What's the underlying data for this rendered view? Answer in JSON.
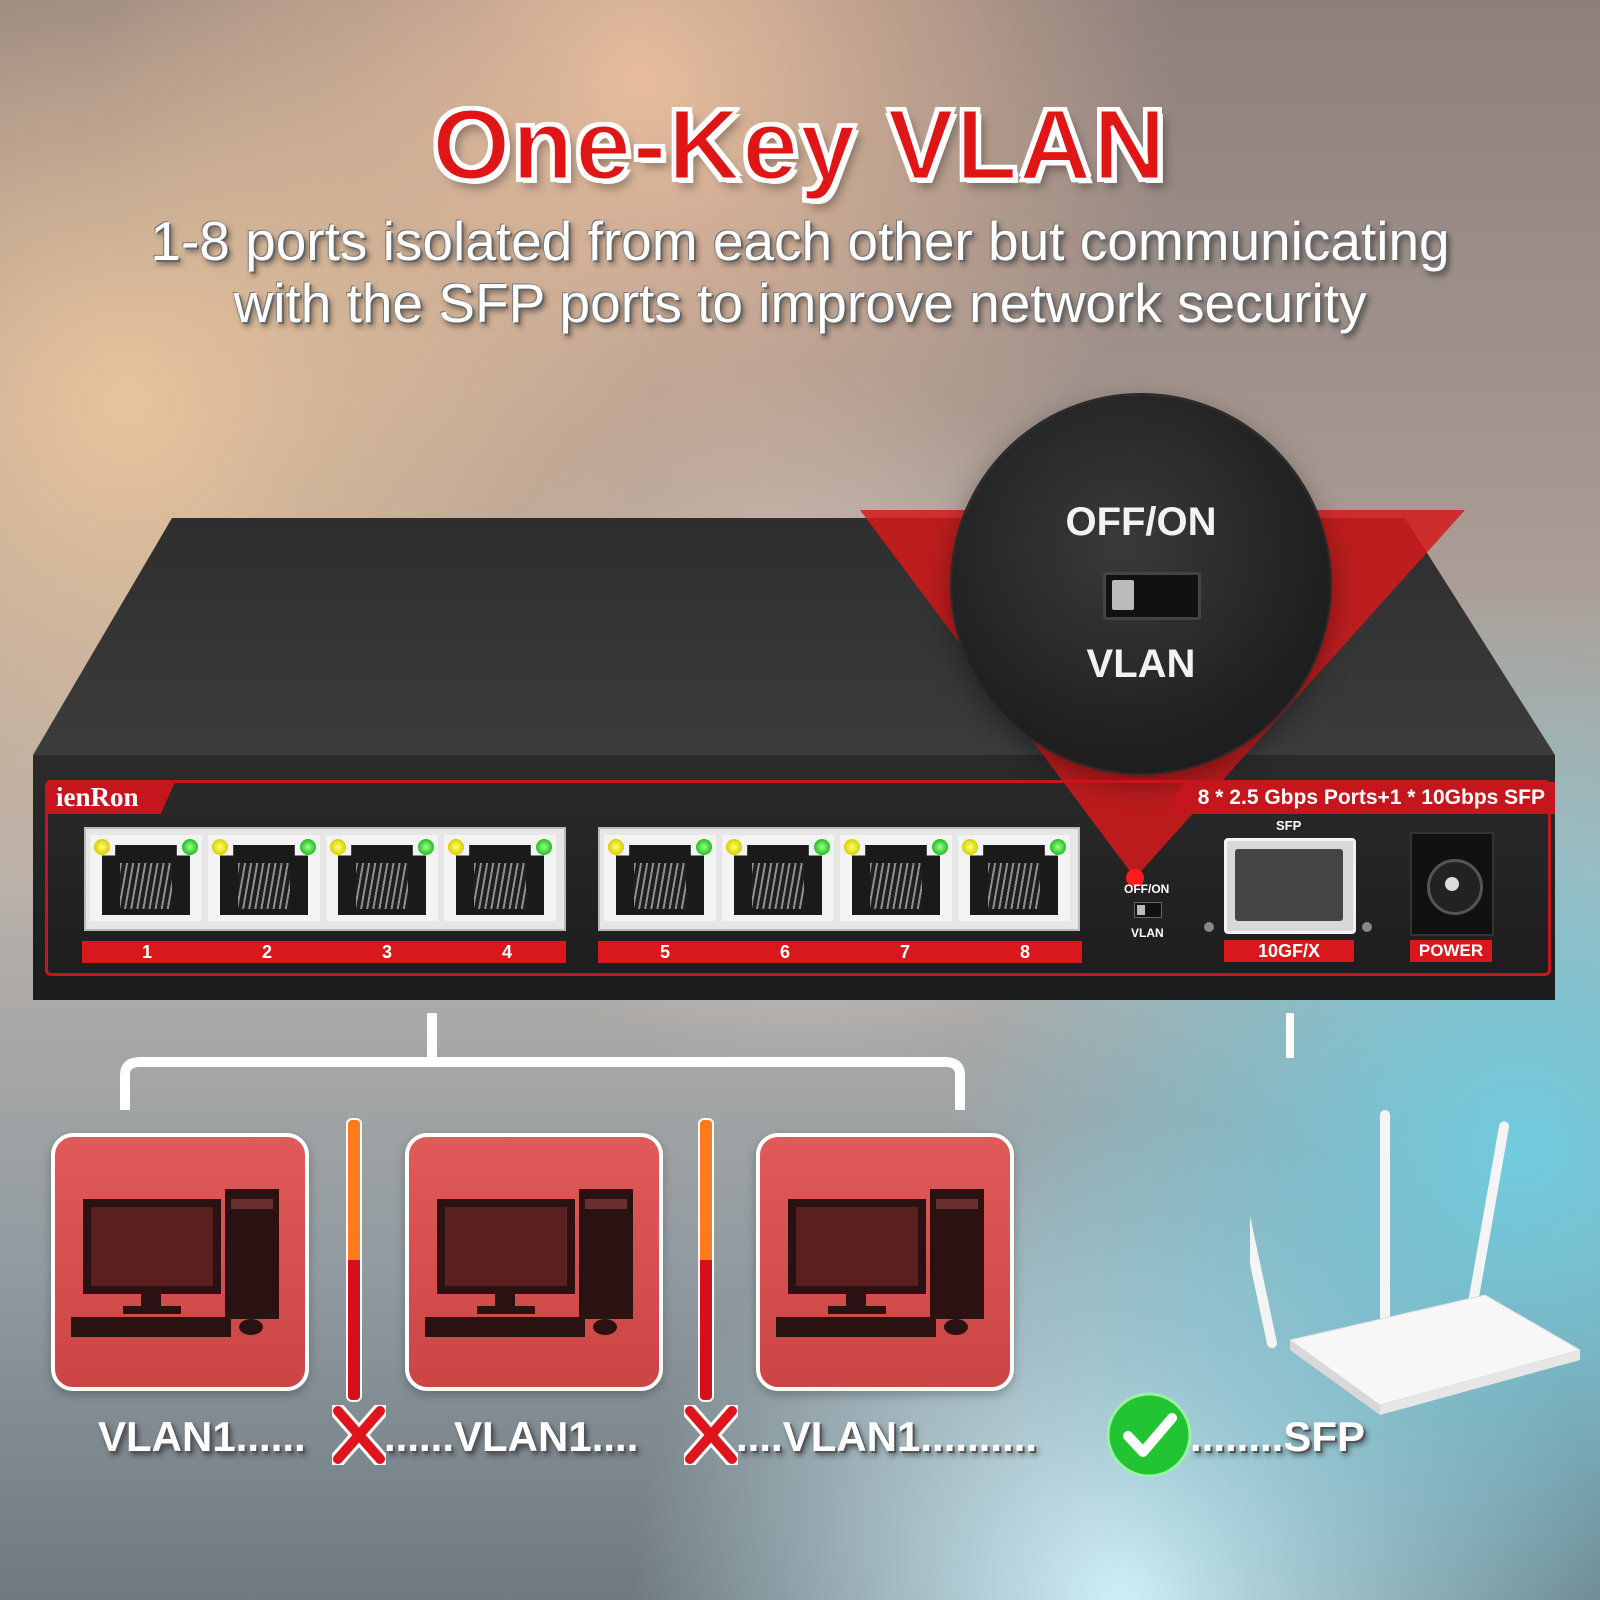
{
  "header": {
    "title": "One-Key VLAN",
    "subtitle_line1": "1-8 ports isolated from each other but communicating",
    "subtitle_line2": "with the SFP ports to improve network security"
  },
  "callout": {
    "top_label": "OFF/ON",
    "bottom_label": "VLAN"
  },
  "switch": {
    "brand": "ienRon",
    "spec": "8 * 2.5 Gbps Ports+1 * 10Gbps SFP",
    "ports": [
      "1",
      "2",
      "3",
      "4",
      "5",
      "6",
      "7",
      "8"
    ],
    "switch_top_label": "OFF/ON",
    "switch_bottom_label": "VLAN",
    "sfp_top_label": "SFP",
    "sfp_bottom_label": "10GF/X",
    "power_label": "POWER"
  },
  "bottom": {
    "vlan_a": "VLAN1......",
    "vlan_b": "......VLAN1....",
    "vlan_c": "....VLAN1..........",
    "sfp": "........SFP"
  },
  "colors": {
    "accent_red": "#c4161c",
    "title_red": "#e01515",
    "check_green": "#22c433",
    "led_green": "#20c020",
    "led_yellow": "#d8d000"
  },
  "icons": [
    "x-icon",
    "check-icon",
    "computer-icon",
    "router-icon"
  ]
}
